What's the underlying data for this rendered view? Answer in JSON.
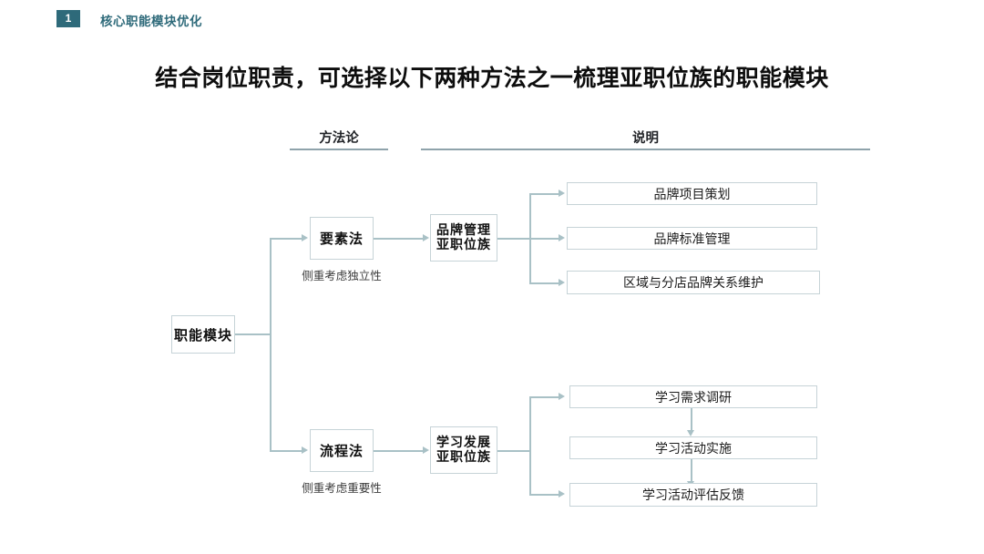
{
  "header": {
    "badge_number": "1",
    "section_title": "核心职能模块优化",
    "badge_color": "#2e6a7a"
  },
  "slide": {
    "title": "结合岗位职责，可选择以下两种方法之一梳理亚职位族的职能模块"
  },
  "columns": {
    "methodology": "方法论",
    "description": "说明"
  },
  "diagram": {
    "root": {
      "label": "职能模块"
    },
    "methods": [
      {
        "label": "要素法",
        "caption": "侧重考虑独立性",
        "family": "品牌管理\n亚职位族",
        "modules": [
          "品牌项目策划",
          "品牌标准管理",
          "区域与分店品牌关系维护"
        ]
      },
      {
        "label": "流程法",
        "caption": "侧重考虑重要性",
        "family": "学习发展\n亚职位族",
        "modules": [
          "学习需求调研",
          "学习活动实施",
          "学习活动评估反馈"
        ]
      }
    ],
    "line_color": "#a9c1c6",
    "box_border_color": "#c6d3d7"
  }
}
